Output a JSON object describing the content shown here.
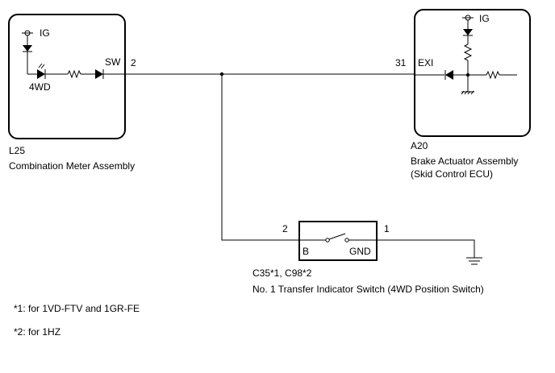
{
  "meter": {
    "connector": "L25",
    "name": "Combination Meter Assembly",
    "supply_label": "IG",
    "indicator_label": "4WD",
    "terminal_name": "SW",
    "terminal_pin": "2"
  },
  "ecu": {
    "connector": "A20",
    "name_line1": "Brake Actuator Assembly",
    "name_line2": "(Skid Control ECU)",
    "supply_label": "IG",
    "terminal_name": "EXI",
    "terminal_pin": "31"
  },
  "switch": {
    "connector": "C35*1, C98*2",
    "name": "No. 1 Transfer Indicator Switch (4WD Position Switch)",
    "pin_left": "2",
    "pin_right": "1",
    "terminal_left": "B",
    "terminal_right": "GND"
  },
  "notes": [
    "*1: for 1VD-FTV and 1GR-FE",
    "*2: for 1HZ"
  ],
  "icons": [
    "power-supply-icon",
    "led-icon",
    "resistor-icon",
    "diode-icon",
    "ground-icon",
    "switch-icon"
  ]
}
